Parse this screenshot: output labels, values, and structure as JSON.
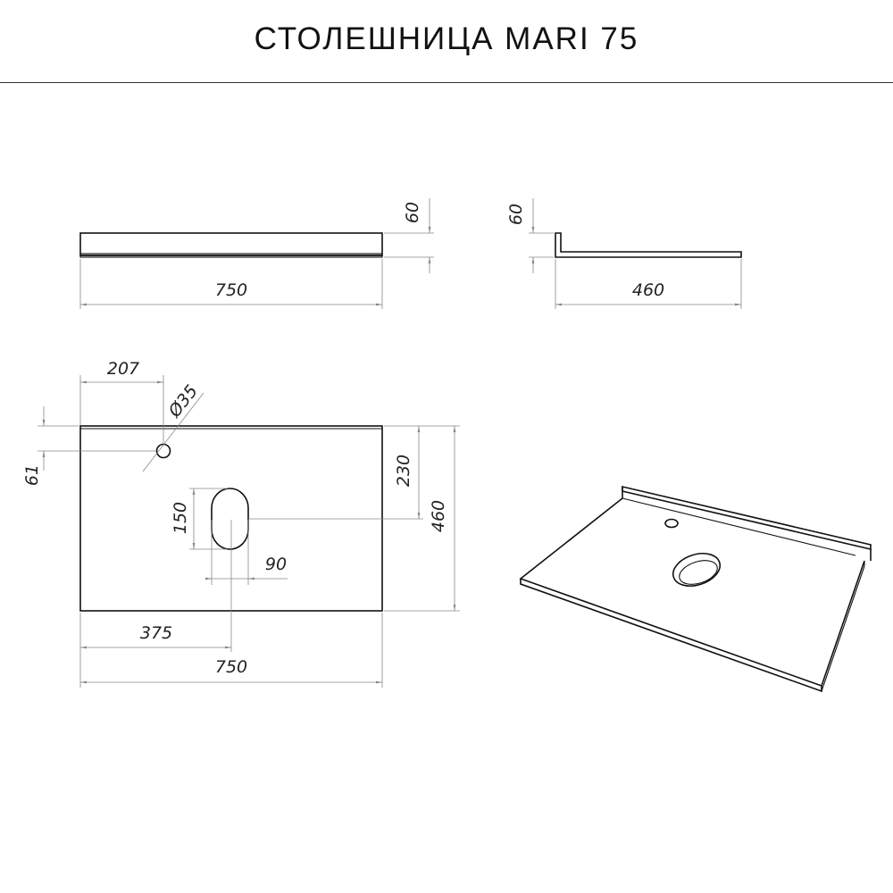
{
  "title": "СТОЛЕШНИЦА MARI 75",
  "colors": {
    "line": "#111111",
    "dimension": "#888888",
    "text": "#222222"
  },
  "front_view": {
    "width_label": "750",
    "height_label": "60"
  },
  "side_view": {
    "depth_label": "460",
    "height_label": "60"
  },
  "top_view": {
    "tap_hole_offset_x_label": "207",
    "tap_hole_diameter_label": "Ø35",
    "tap_hole_offset_y_label": "61",
    "basin_height_label": "150",
    "basin_width_label": "90",
    "basin_center_x_label": "375",
    "basin_offset_y_label": "230",
    "depth_label": "460",
    "width_label": "750"
  }
}
